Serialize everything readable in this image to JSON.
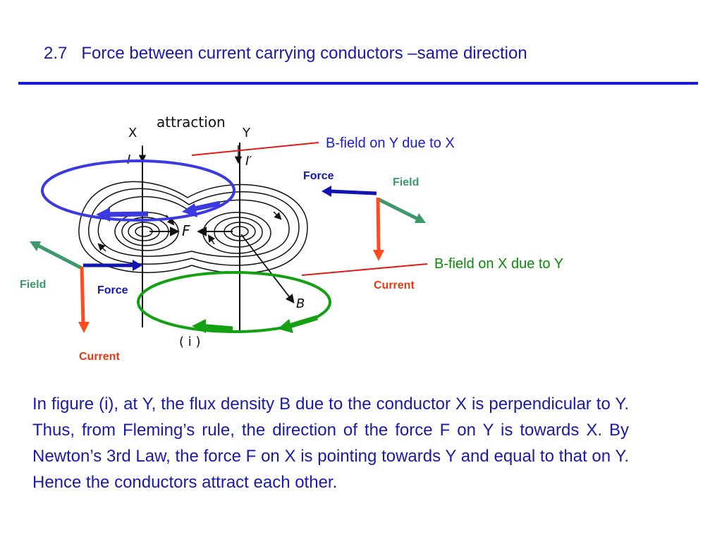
{
  "title": "2.7   Force between current carrying conductors –same direction",
  "diagram": {
    "caption_top": "attraction",
    "conductor_x": "X",
    "conductor_y": "Y",
    "current_x": "I",
    "current_y": "I′",
    "force_label": "F",
    "flux_label": "B",
    "figure_label": "( i )",
    "callout_y": "B-field on Y due to X",
    "callout_x": "B-field on X due to Y",
    "right_force": "Force",
    "right_field": "Field",
    "right_current": "Current",
    "left_field": "Field",
    "left_force": "Force",
    "left_current": "Current"
  },
  "colors": {
    "text_blue": "#1a1aa8",
    "force_blue": "#1414b4",
    "field_green": "#3c9a6a",
    "current_red": "#ff4b1f",
    "ring_blue": "#3a3ae0",
    "ring_green": "#13a013",
    "callout_red": "#e01b1b"
  },
  "paragraph": "In figure (i), at Y, the flux density B due to the conductor X is perpendicular to Y.  Thus, from Fleming’s rule, the direction of the force F on Y is towards X.  By Newton’s 3rd Law, the force F on X is pointing towards Y and equal to that on Y. Hence the conductors attract each other."
}
